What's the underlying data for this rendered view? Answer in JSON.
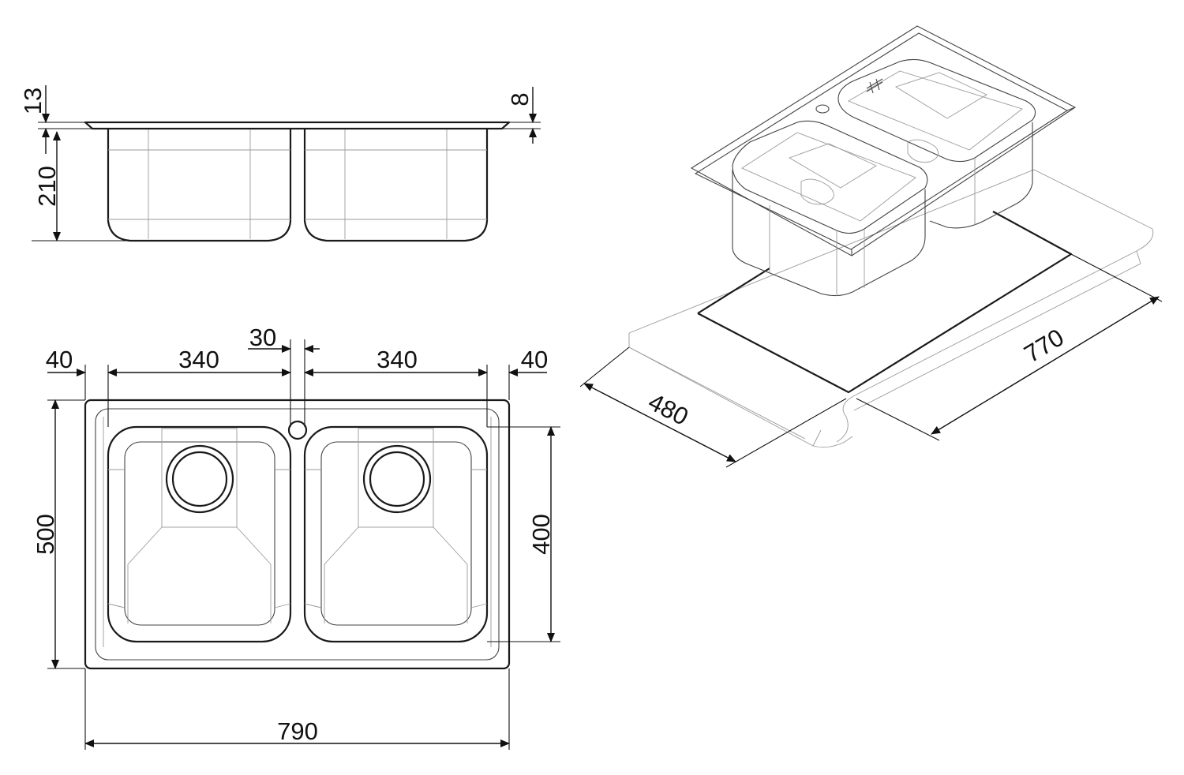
{
  "colors": {
    "line": "#1a1a1a",
    "detail": "#444444",
    "faint": "#9a9a9a",
    "background": "#ffffff"
  },
  "side_view": {
    "rim_thickness": "13",
    "rim_edge": "8",
    "bowl_depth": "210"
  },
  "top_view": {
    "left_margin": "40",
    "right_margin": "40",
    "left_bowl_width": "340",
    "right_bowl_width": "340",
    "bowl_gap": "30",
    "overall_depth": "500",
    "bowl_depth": "400",
    "overall_width": "790"
  },
  "cutout": {
    "depth": "480",
    "width": "770"
  }
}
